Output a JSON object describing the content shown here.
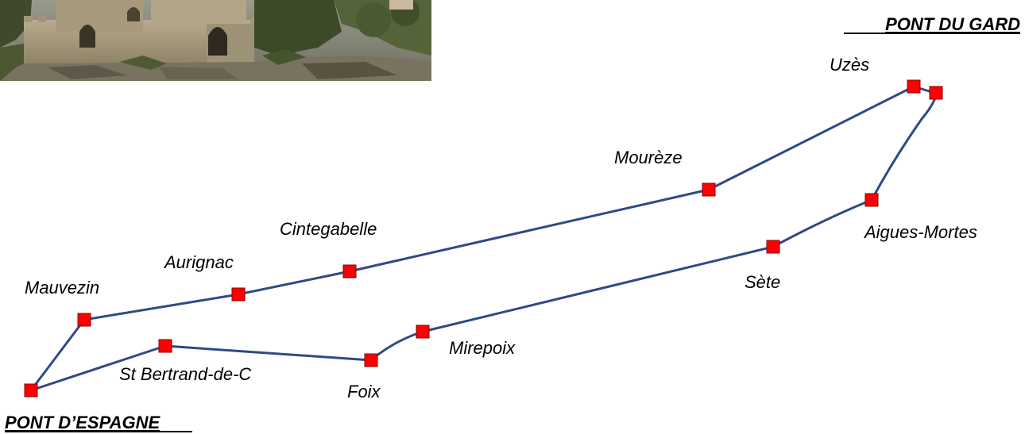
{
  "map": {
    "route_color": "#2e4a87",
    "marker_color": "#ff0000",
    "endpoints": {
      "east_title": "PONT DU GARD",
      "west_title": "PONT D’ESPAGNE"
    },
    "stops": [
      {
        "id": "pont-du-gard",
        "label": ""
      },
      {
        "id": "uzes",
        "label": "Uzès"
      },
      {
        "id": "moureze",
        "label": "Mourèze"
      },
      {
        "id": "cintegabelle",
        "label": "Cintegabelle"
      },
      {
        "id": "aurignac",
        "label": "Aurignac"
      },
      {
        "id": "mauvezin",
        "label": "Mauvezin"
      },
      {
        "id": "pont-despagne",
        "label": ""
      },
      {
        "id": "st-bertrand",
        "label": "St Bertrand-de-C"
      },
      {
        "id": "foix",
        "label": "Foix"
      },
      {
        "id": "mirepoix",
        "label": "Mirepoix"
      },
      {
        "id": "sete",
        "label": "Sète"
      },
      {
        "id": "aigues-mortes",
        "label": "Aigues-Mortes"
      }
    ]
  }
}
